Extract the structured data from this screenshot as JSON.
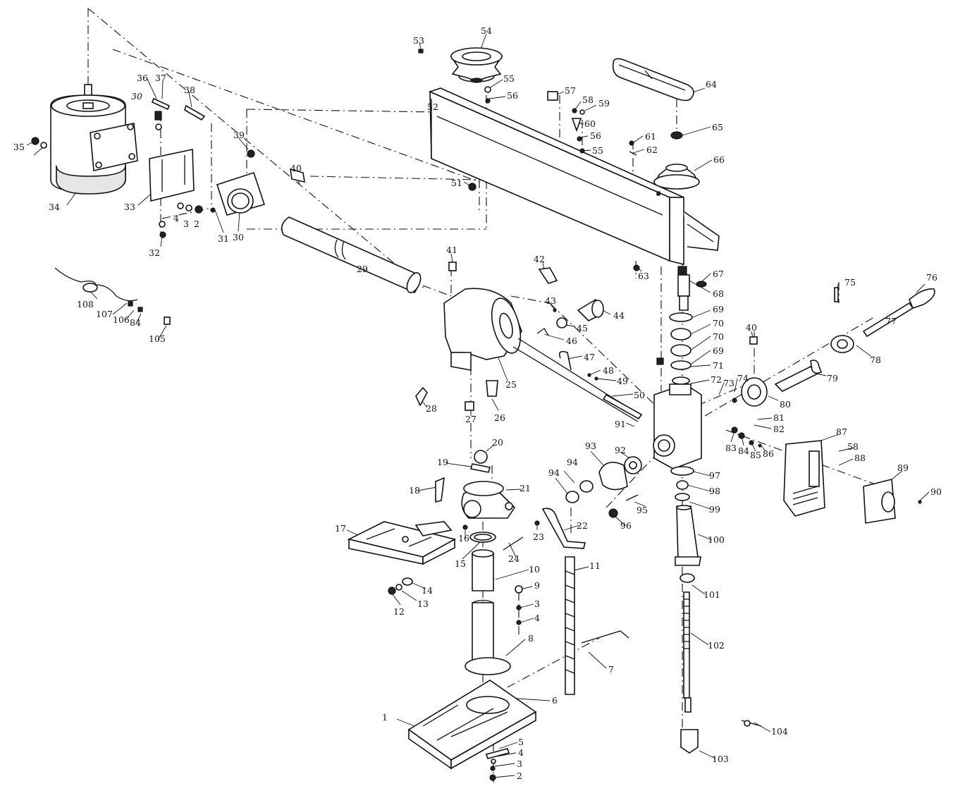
{
  "callouts": [
    {
      "id": "c1",
      "label": "1"
    },
    {
      "id": "c2",
      "label": "2"
    },
    {
      "id": "c3",
      "label": "3"
    },
    {
      "id": "c4",
      "label": "4"
    },
    {
      "id": "c2b",
      "label": "2"
    },
    {
      "id": "c3b",
      "label": "3"
    },
    {
      "id": "c4b",
      "label": "4"
    },
    {
      "id": "c5",
      "label": "5"
    },
    {
      "id": "c6",
      "label": "6"
    },
    {
      "id": "c7",
      "label": "7"
    },
    {
      "id": "c8",
      "label": "8"
    },
    {
      "id": "c9",
      "label": "9"
    },
    {
      "id": "c3c",
      "label": "3"
    },
    {
      "id": "c4c",
      "label": "4"
    },
    {
      "id": "c10",
      "label": "10"
    },
    {
      "id": "c11",
      "label": "11"
    },
    {
      "id": "c12",
      "label": "12"
    },
    {
      "id": "c13",
      "label": "13"
    },
    {
      "id": "c14",
      "label": "14"
    },
    {
      "id": "c15",
      "label": "15"
    },
    {
      "id": "c16",
      "label": "16"
    },
    {
      "id": "c17",
      "label": "17"
    },
    {
      "id": "c18",
      "label": "18"
    },
    {
      "id": "c19",
      "label": "19"
    },
    {
      "id": "c20",
      "label": "20"
    },
    {
      "id": "c21",
      "label": "21"
    },
    {
      "id": "c22",
      "label": "22"
    },
    {
      "id": "c23",
      "label": "23"
    },
    {
      "id": "c24",
      "label": "24"
    },
    {
      "id": "c25",
      "label": "25"
    },
    {
      "id": "c26",
      "label": "26"
    },
    {
      "id": "c27",
      "label": "27"
    },
    {
      "id": "c28",
      "label": "28"
    },
    {
      "id": "c29",
      "label": "29"
    },
    {
      "id": "c30",
      "label": "30"
    },
    {
      "id": "c30b",
      "label": "30"
    },
    {
      "id": "c31",
      "label": "31"
    },
    {
      "id": "c32",
      "label": "32"
    },
    {
      "id": "c33",
      "label": "33"
    },
    {
      "id": "c34",
      "label": "34"
    },
    {
      "id": "c35",
      "label": "35"
    },
    {
      "id": "c36",
      "label": "36"
    },
    {
      "id": "c37",
      "label": "37"
    },
    {
      "id": "c38",
      "label": "38"
    },
    {
      "id": "c39",
      "label": "39"
    },
    {
      "id": "c40",
      "label": "40"
    },
    {
      "id": "c40b",
      "label": "40"
    },
    {
      "id": "c41",
      "label": "41"
    },
    {
      "id": "c42",
      "label": "42"
    },
    {
      "id": "c43",
      "label": "43"
    },
    {
      "id": "c44",
      "label": "44"
    },
    {
      "id": "c45",
      "label": "45"
    },
    {
      "id": "c46",
      "label": "46"
    },
    {
      "id": "c47",
      "label": "47"
    },
    {
      "id": "c48",
      "label": "48"
    },
    {
      "id": "c49",
      "label": "49"
    },
    {
      "id": "c50",
      "label": "50"
    },
    {
      "id": "c51",
      "label": "51"
    },
    {
      "id": "c52",
      "label": "52"
    },
    {
      "id": "c53",
      "label": "53"
    },
    {
      "id": "c54",
      "label": "54"
    },
    {
      "id": "c55",
      "label": "55"
    },
    {
      "id": "c56",
      "label": "56"
    },
    {
      "id": "c57",
      "label": "57"
    },
    {
      "id": "c58",
      "label": "58"
    },
    {
      "id": "c59",
      "label": "59"
    },
    {
      "id": "c60",
      "label": "60"
    },
    {
      "id": "c56b",
      "label": "56"
    },
    {
      "id": "c55b",
      "label": "55"
    },
    {
      "id": "c61",
      "label": "61"
    },
    {
      "id": "c62",
      "label": "62"
    },
    {
      "id": "c63",
      "label": "63"
    },
    {
      "id": "c64",
      "label": "64"
    },
    {
      "id": "c65",
      "label": "65"
    },
    {
      "id": "c66",
      "label": "66"
    },
    {
      "id": "c67",
      "label": "67"
    },
    {
      "id": "c68",
      "label": "68"
    },
    {
      "id": "c69",
      "label": "69"
    },
    {
      "id": "c70",
      "label": "70"
    },
    {
      "id": "c70b",
      "label": "70"
    },
    {
      "id": "c69b",
      "label": "69"
    },
    {
      "id": "c71",
      "label": "71"
    },
    {
      "id": "c72",
      "label": "72"
    },
    {
      "id": "c73",
      "label": "73"
    },
    {
      "id": "c74",
      "label": "74"
    },
    {
      "id": "c75",
      "label": "75"
    },
    {
      "id": "c76",
      "label": "76"
    },
    {
      "id": "c77",
      "label": "77"
    },
    {
      "id": "c78",
      "label": "78"
    },
    {
      "id": "c79",
      "label": "79"
    },
    {
      "id": "c80",
      "label": "80"
    },
    {
      "id": "c81",
      "label": "81"
    },
    {
      "id": "c82",
      "label": "82"
    },
    {
      "id": "c83",
      "label": "83"
    },
    {
      "id": "c84",
      "label": "84"
    },
    {
      "id": "c84b",
      "label": "84"
    },
    {
      "id": "c85",
      "label": "85"
    },
    {
      "id": "c86",
      "label": "86"
    },
    {
      "id": "c87",
      "label": "87"
    },
    {
      "id": "c58b",
      "label": "58"
    },
    {
      "id": "c88",
      "label": "88"
    },
    {
      "id": "c89",
      "label": "89"
    },
    {
      "id": "c90",
      "label": "90"
    },
    {
      "id": "c91",
      "label": "91"
    },
    {
      "id": "c92",
      "label": "92"
    },
    {
      "id": "c93",
      "label": "93"
    },
    {
      "id": "c94",
      "label": "94"
    },
    {
      "id": "c94b",
      "label": "94"
    },
    {
      "id": "c95",
      "label": "95"
    },
    {
      "id": "c96",
      "label": "96"
    },
    {
      "id": "c97",
      "label": "97"
    },
    {
      "id": "c98",
      "label": "98"
    },
    {
      "id": "c99",
      "label": "99"
    },
    {
      "id": "c100",
      "label": "100"
    },
    {
      "id": "c101",
      "label": "101"
    },
    {
      "id": "c102",
      "label": "102"
    },
    {
      "id": "c103",
      "label": "103"
    },
    {
      "id": "c104",
      "label": "104"
    },
    {
      "id": "c105",
      "label": "105"
    },
    {
      "id": "c106",
      "label": "106"
    },
    {
      "id": "c107",
      "label": "107"
    },
    {
      "id": "c108",
      "label": "108"
    }
  ]
}
